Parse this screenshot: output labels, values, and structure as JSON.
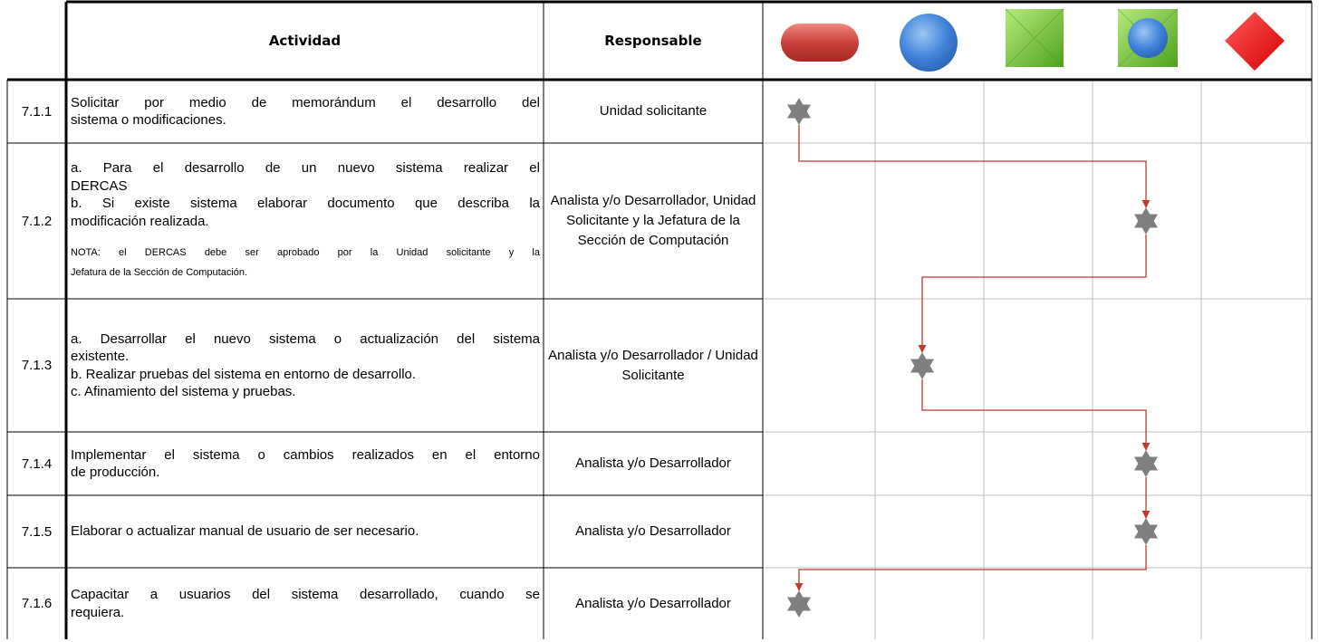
{
  "header": {
    "actividad": "Actividad",
    "responsable": "Responsable",
    "symbols": [
      {
        "name": "terminal",
        "shape": "rounded-rect",
        "color": "#c0392b"
      },
      {
        "name": "circle",
        "shape": "circle",
        "color": "#3a7bd5"
      },
      {
        "name": "process",
        "shape": "square",
        "color": "#6cbf3a"
      },
      {
        "name": "square-with-circle",
        "shape": "square-circle",
        "color": "#6cbf3a"
      },
      {
        "name": "decision",
        "shape": "diamond",
        "color": "#e81c1c"
      }
    ]
  },
  "rows": [
    {
      "num": "7.1.1",
      "activity_lines": [
        "Solicitar por medio de memorándum  el desarrollo del",
        "sistema o modificaciones."
      ],
      "responsable": "Unidad solicitante",
      "mark_col": 0
    },
    {
      "num": "7.1.2",
      "activity_lines": [
        "a. Para el desarrollo de un nuevo sistema realizar el",
        "DERCAS",
        "b. Si existe sistema elaborar documento que describa la",
        "modificación realizada."
      ],
      "note_lines": [
        "NOTA: el DERCAS debe ser aprobado por la Unidad solicitante y la",
        "Jefatura de la Sección de Computación."
      ],
      "responsable": "Analista y/o Desarrollador, Unidad Solicitante y la Jefatura de la Sección de Computación",
      "mark_col": 3
    },
    {
      "num": "7.1.3",
      "activity_lines": [
        "a. Desarrollar el nuevo sistema o actualización del sistema",
        "existente.",
        "b. Realizar pruebas del sistema en entorno de desarrollo.",
        "c. Afinamiento del sistema y pruebas."
      ],
      "responsable": "Analista y/o Desarrollador / Unidad Solicitante",
      "mark_col": 1
    },
    {
      "num": "7.1.4",
      "activity_lines": [
        "Implementar el sistema o cambios realizados en el entorno",
        "de producción."
      ],
      "responsable": "Analista y/o Desarrollador",
      "mark_col": 3
    },
    {
      "num": "7.1.5",
      "activity_lines": [
        "Elaborar o actualizar manual de usuario de ser necesario."
      ],
      "responsable": "Analista y/o Desarrollador",
      "mark_col": 3
    },
    {
      "num": "7.1.6",
      "activity_lines": [
        "Capacitar a usuarios del sistema desarrollado, cuando se",
        "requiera."
      ],
      "responsable": "Analista y/o Desarrollador",
      "mark_col": 0
    }
  ],
  "colors": {
    "connector": "#c0392b",
    "mark": "#7f7f7f",
    "border": "#000000",
    "grid": "#bfbfbf"
  },
  "icons": {
    "mark": "hexagram-star-icon"
  }
}
